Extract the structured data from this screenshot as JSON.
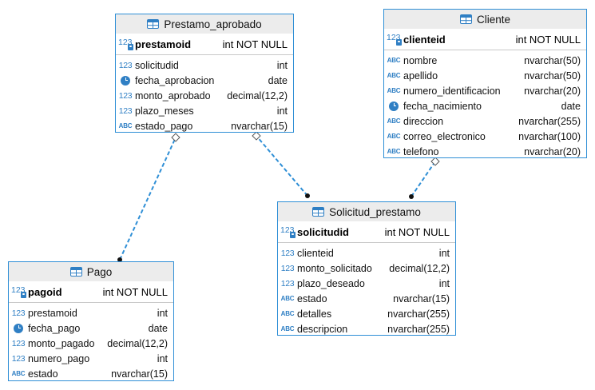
{
  "entities": {
    "prestamo_aprobado": {
      "title": "Prestamo_aprobado",
      "pk": {
        "name": "prestamoid",
        "type": "int NOT NULL",
        "icon": "numeric-key-icon"
      },
      "columns": [
        {
          "name": "solicitudid",
          "type": "int",
          "icon": "numeric-icon"
        },
        {
          "name": "fecha_aprobacion",
          "type": "date",
          "icon": "clock-icon"
        },
        {
          "name": "monto_aprobado",
          "type": "decimal(12,2)",
          "icon": "numeric-icon"
        },
        {
          "name": "plazo_meses",
          "type": "int",
          "icon": "numeric-icon"
        },
        {
          "name": "estado_pago",
          "type": "nvarchar(15)",
          "icon": "text-icon"
        }
      ]
    },
    "cliente": {
      "title": "Cliente",
      "pk": {
        "name": "clienteid",
        "type": "int NOT NULL",
        "icon": "numeric-key-icon"
      },
      "columns": [
        {
          "name": "nombre",
          "type": "nvarchar(50)",
          "icon": "text-icon"
        },
        {
          "name": "apellido",
          "type": "nvarchar(50)",
          "icon": "text-icon"
        },
        {
          "name": "numero_identificacion",
          "type": "nvarchar(20)",
          "icon": "text-icon"
        },
        {
          "name": "fecha_nacimiento",
          "type": "date",
          "icon": "clock-icon"
        },
        {
          "name": "direccion",
          "type": "nvarchar(255)",
          "icon": "text-icon"
        },
        {
          "name": "correo_electronico",
          "type": "nvarchar(100)",
          "icon": "text-icon"
        },
        {
          "name": "telefono",
          "type": "nvarchar(20)",
          "icon": "text-icon"
        }
      ]
    },
    "solicitud_prestamo": {
      "title": "Solicitud_prestamo",
      "pk": {
        "name": "solicitudid",
        "type": "int NOT NULL",
        "icon": "numeric-key-icon"
      },
      "columns": [
        {
          "name": "clienteid",
          "type": "int",
          "icon": "numeric-icon"
        },
        {
          "name": "monto_solicitado",
          "type": "decimal(12,2)",
          "icon": "numeric-icon"
        },
        {
          "name": "plazo_deseado",
          "type": "int",
          "icon": "numeric-icon"
        },
        {
          "name": "estado",
          "type": "nvarchar(15)",
          "icon": "text-icon"
        },
        {
          "name": "detalles",
          "type": "nvarchar(255)",
          "icon": "text-icon"
        },
        {
          "name": "descripcion",
          "type": "nvarchar(255)",
          "icon": "text-icon"
        }
      ]
    },
    "pago": {
      "title": "Pago",
      "pk": {
        "name": "pagoid",
        "type": "int NOT NULL",
        "icon": "numeric-key-icon"
      },
      "columns": [
        {
          "name": "prestamoid",
          "type": "int",
          "icon": "numeric-icon"
        },
        {
          "name": "fecha_pago",
          "type": "date",
          "icon": "clock-icon"
        },
        {
          "name": "monto_pagado",
          "type": "decimal(12,2)",
          "icon": "numeric-icon"
        },
        {
          "name": "numero_pago",
          "type": "int",
          "icon": "numeric-icon"
        },
        {
          "name": "estado",
          "type": "nvarchar(15)",
          "icon": "text-icon"
        }
      ]
    }
  },
  "relationships": [
    {
      "from": "pago",
      "to": "prestamo_aprobado"
    },
    {
      "from": "solicitud_prestamo",
      "to": "prestamo_aprobado"
    },
    {
      "from": "solicitud_prestamo",
      "to": "cliente"
    }
  ],
  "colors": {
    "border": "#2f8fd6",
    "header_bg": "#ececec",
    "icon": "#2f7fc4",
    "line": "#2f8fd6"
  }
}
